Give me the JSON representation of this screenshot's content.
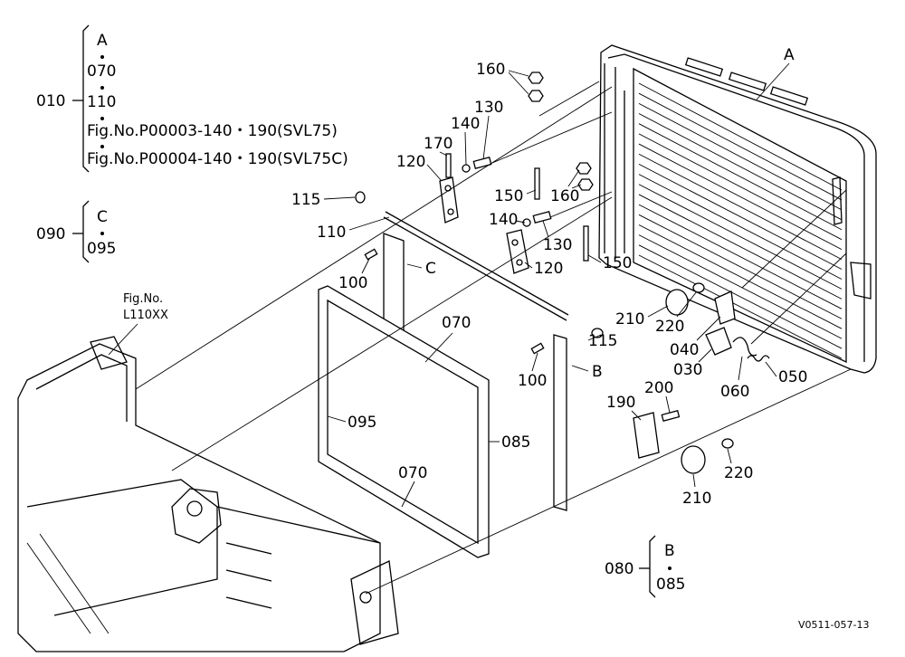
{
  "groups": {
    "g010": {
      "ref": "010",
      "items": [
        "A",
        "070",
        "110",
        "Fig.No.P00003-140・190(SVL75)",
        "Fig.No.P00004-140・190(SVL75C)"
      ]
    },
    "g090": {
      "ref": "090",
      "items": [
        "C",
        "095"
      ]
    },
    "g080": {
      "ref": "080",
      "items": [
        "B",
        "085"
      ]
    }
  },
  "figref": {
    "line1": "Fig.No.",
    "line2": "L110XX"
  },
  "callouts": {
    "A": "A",
    "B": "B",
    "C": "C",
    "p030": "030",
    "p040": "040",
    "p050": "050",
    "p060": "060",
    "p070a": "070",
    "p070b": "070",
    "p085": "085",
    "p095": "095",
    "p100a": "100",
    "p100b": "100",
    "p110": "110",
    "p115a": "115",
    "p115b": "115",
    "p120a": "120",
    "p120b": "120",
    "p130a": "130",
    "p130b": "130",
    "p140a": "140",
    "p140b": "140",
    "p150a": "150",
    "p150b": "150",
    "p160a": "160",
    "p160b": "160",
    "p170": "170",
    "p190": "190",
    "p200": "200",
    "p210a": "210",
    "p210b": "210",
    "p220a": "220",
    "p220b": "220"
  },
  "drawing_code": "V0511-057-13"
}
